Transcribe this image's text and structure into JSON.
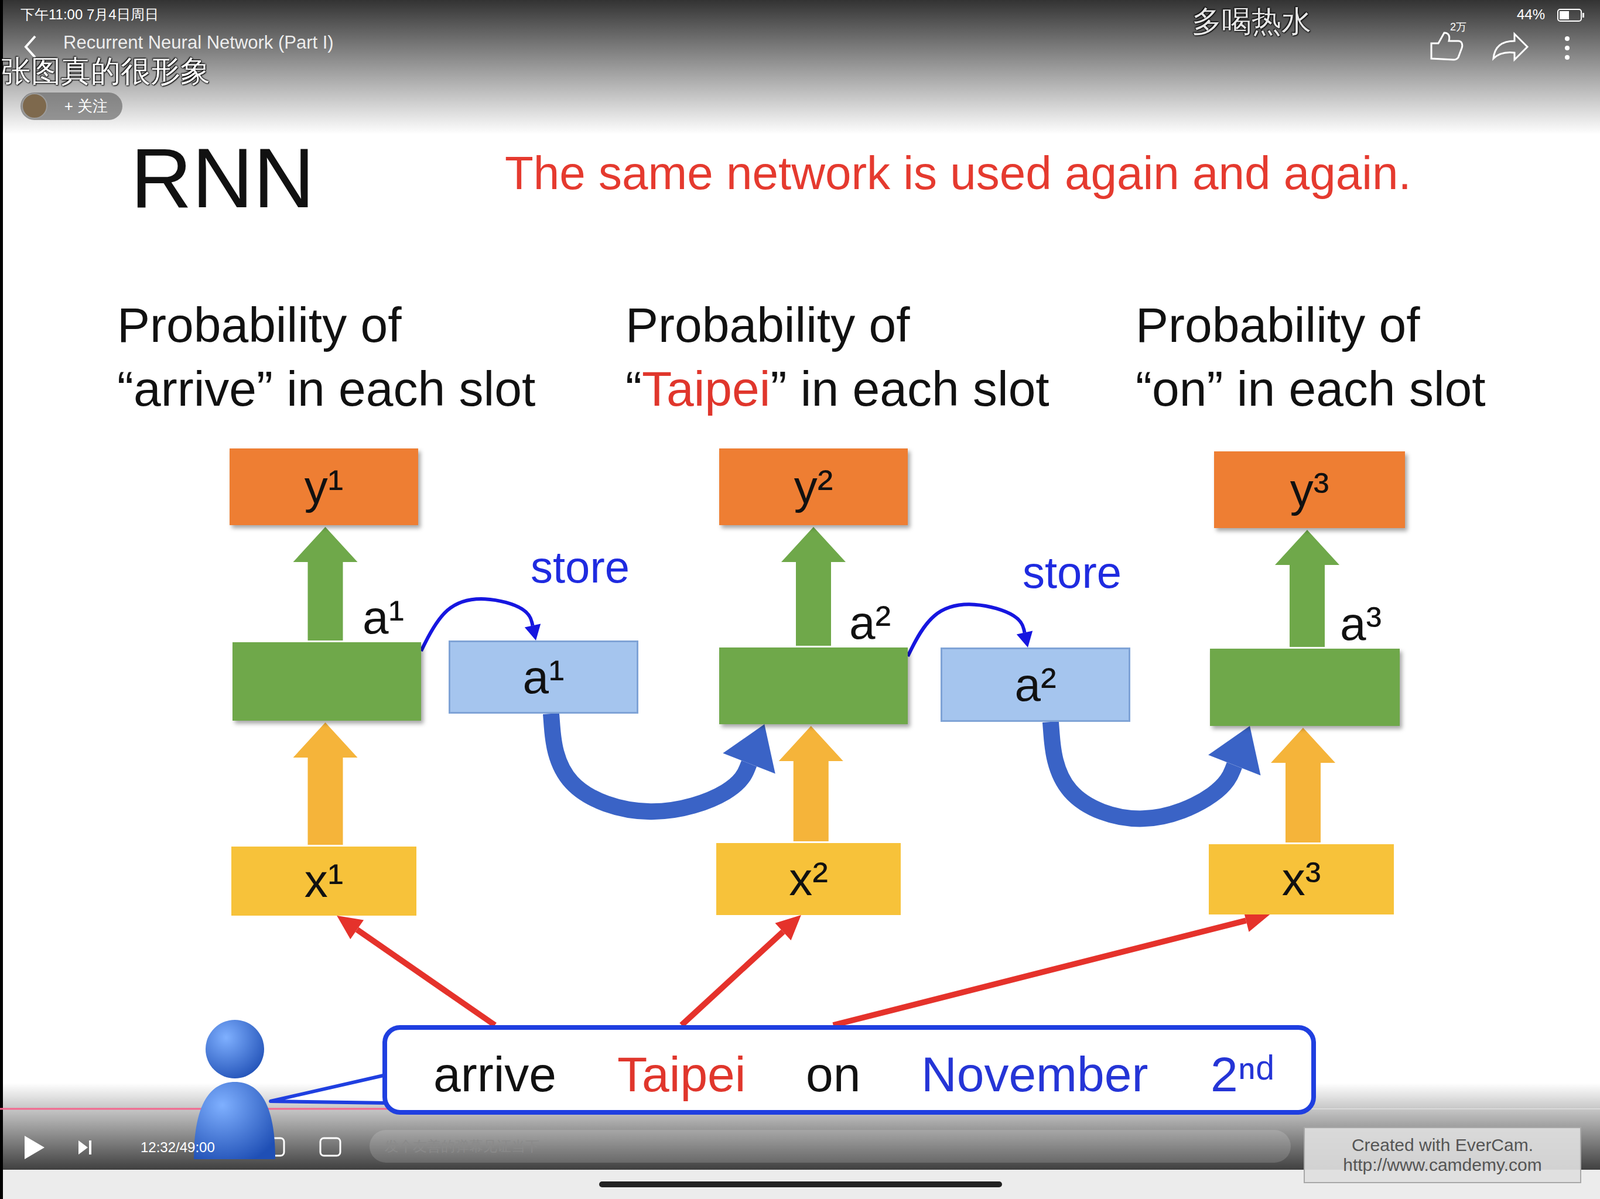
{
  "diagram": {
    "title": "RNN",
    "nodes": [
      {
        "text": [
          "+ 关注"
        ]
      },
      {
        "text": [
          "y¹"
        ]
      },
      {
        "text": [
          "y²"
        ]
      },
      {
        "text": [
          "y³"
        ]
      },
      {
        "text": [
          "a¹"
        ]
      },
      {
        "text": [
          "a¹"
        ]
      },
      {
        "text": [
          "a²"
        ]
      },
      {
        "text": [
          "a²"
        ]
      },
      {
        "text": [
          "a³"
        ]
      },
      {
        "text": [
          "x¹"
        ]
      },
      {
        "text": [
          "x²"
        ]
      },
      {
        "text": [
          "x³"
        ]
      },
      {
        "text": [
          "arrive",
          "Taipei",
          "on",
          "November",
          "2ⁿᵈ"
        ]
      },
      {
        "text": [
          "Created with EverCam.",
          "http://www.camdemy.com"
        ]
      }
    ],
    "edges": [
      {
        "from": 9,
        "to": 4,
        "arrow": "to"
      },
      {
        "from": 4,
        "to": 1,
        "arrow": "to"
      },
      {
        "from": 4,
        "to": 5,
        "label": "store",
        "arrow": "to"
      },
      {
        "from": 5,
        "to": 6,
        "arrow": "to"
      },
      {
        "from": 10,
        "to": 6,
        "arrow": "to"
      },
      {
        "from": 6,
        "to": 2,
        "arrow": "to"
      },
      {
        "from": 6,
        "to": 7,
        "label": "store",
        "arrow": "to"
      },
      {
        "from": 7,
        "to": 8,
        "arrow": "to"
      },
      {
        "from": 11,
        "to": 8,
        "arrow": "to"
      },
      {
        "from": 8,
        "to": 3,
        "arrow": "to"
      },
      {
        "from": 12,
        "to": 9,
        "arrow": "to"
      },
      {
        "from": 12,
        "to": 10,
        "arrow": "to"
      },
      {
        "from": 12,
        "to": 11,
        "arrow": "to"
      }
    ],
    "labels": [
      "下午11:00 7月4日周日",
      "44%",
      "Recurrent Neural Network (Part I)",
      "张图真的很形象",
      "多喝热水",
      "2万",
      "The same network is used again and again.",
      "Probability of",
      "“arrive” in each slot",
      "Probability of",
      "“Taipei” in each slot",
      "Probability of",
      "“on” in each slot",
      "12:32/49:00",
      "发个友善的弹幕见证当下"
    ]
  }
}
